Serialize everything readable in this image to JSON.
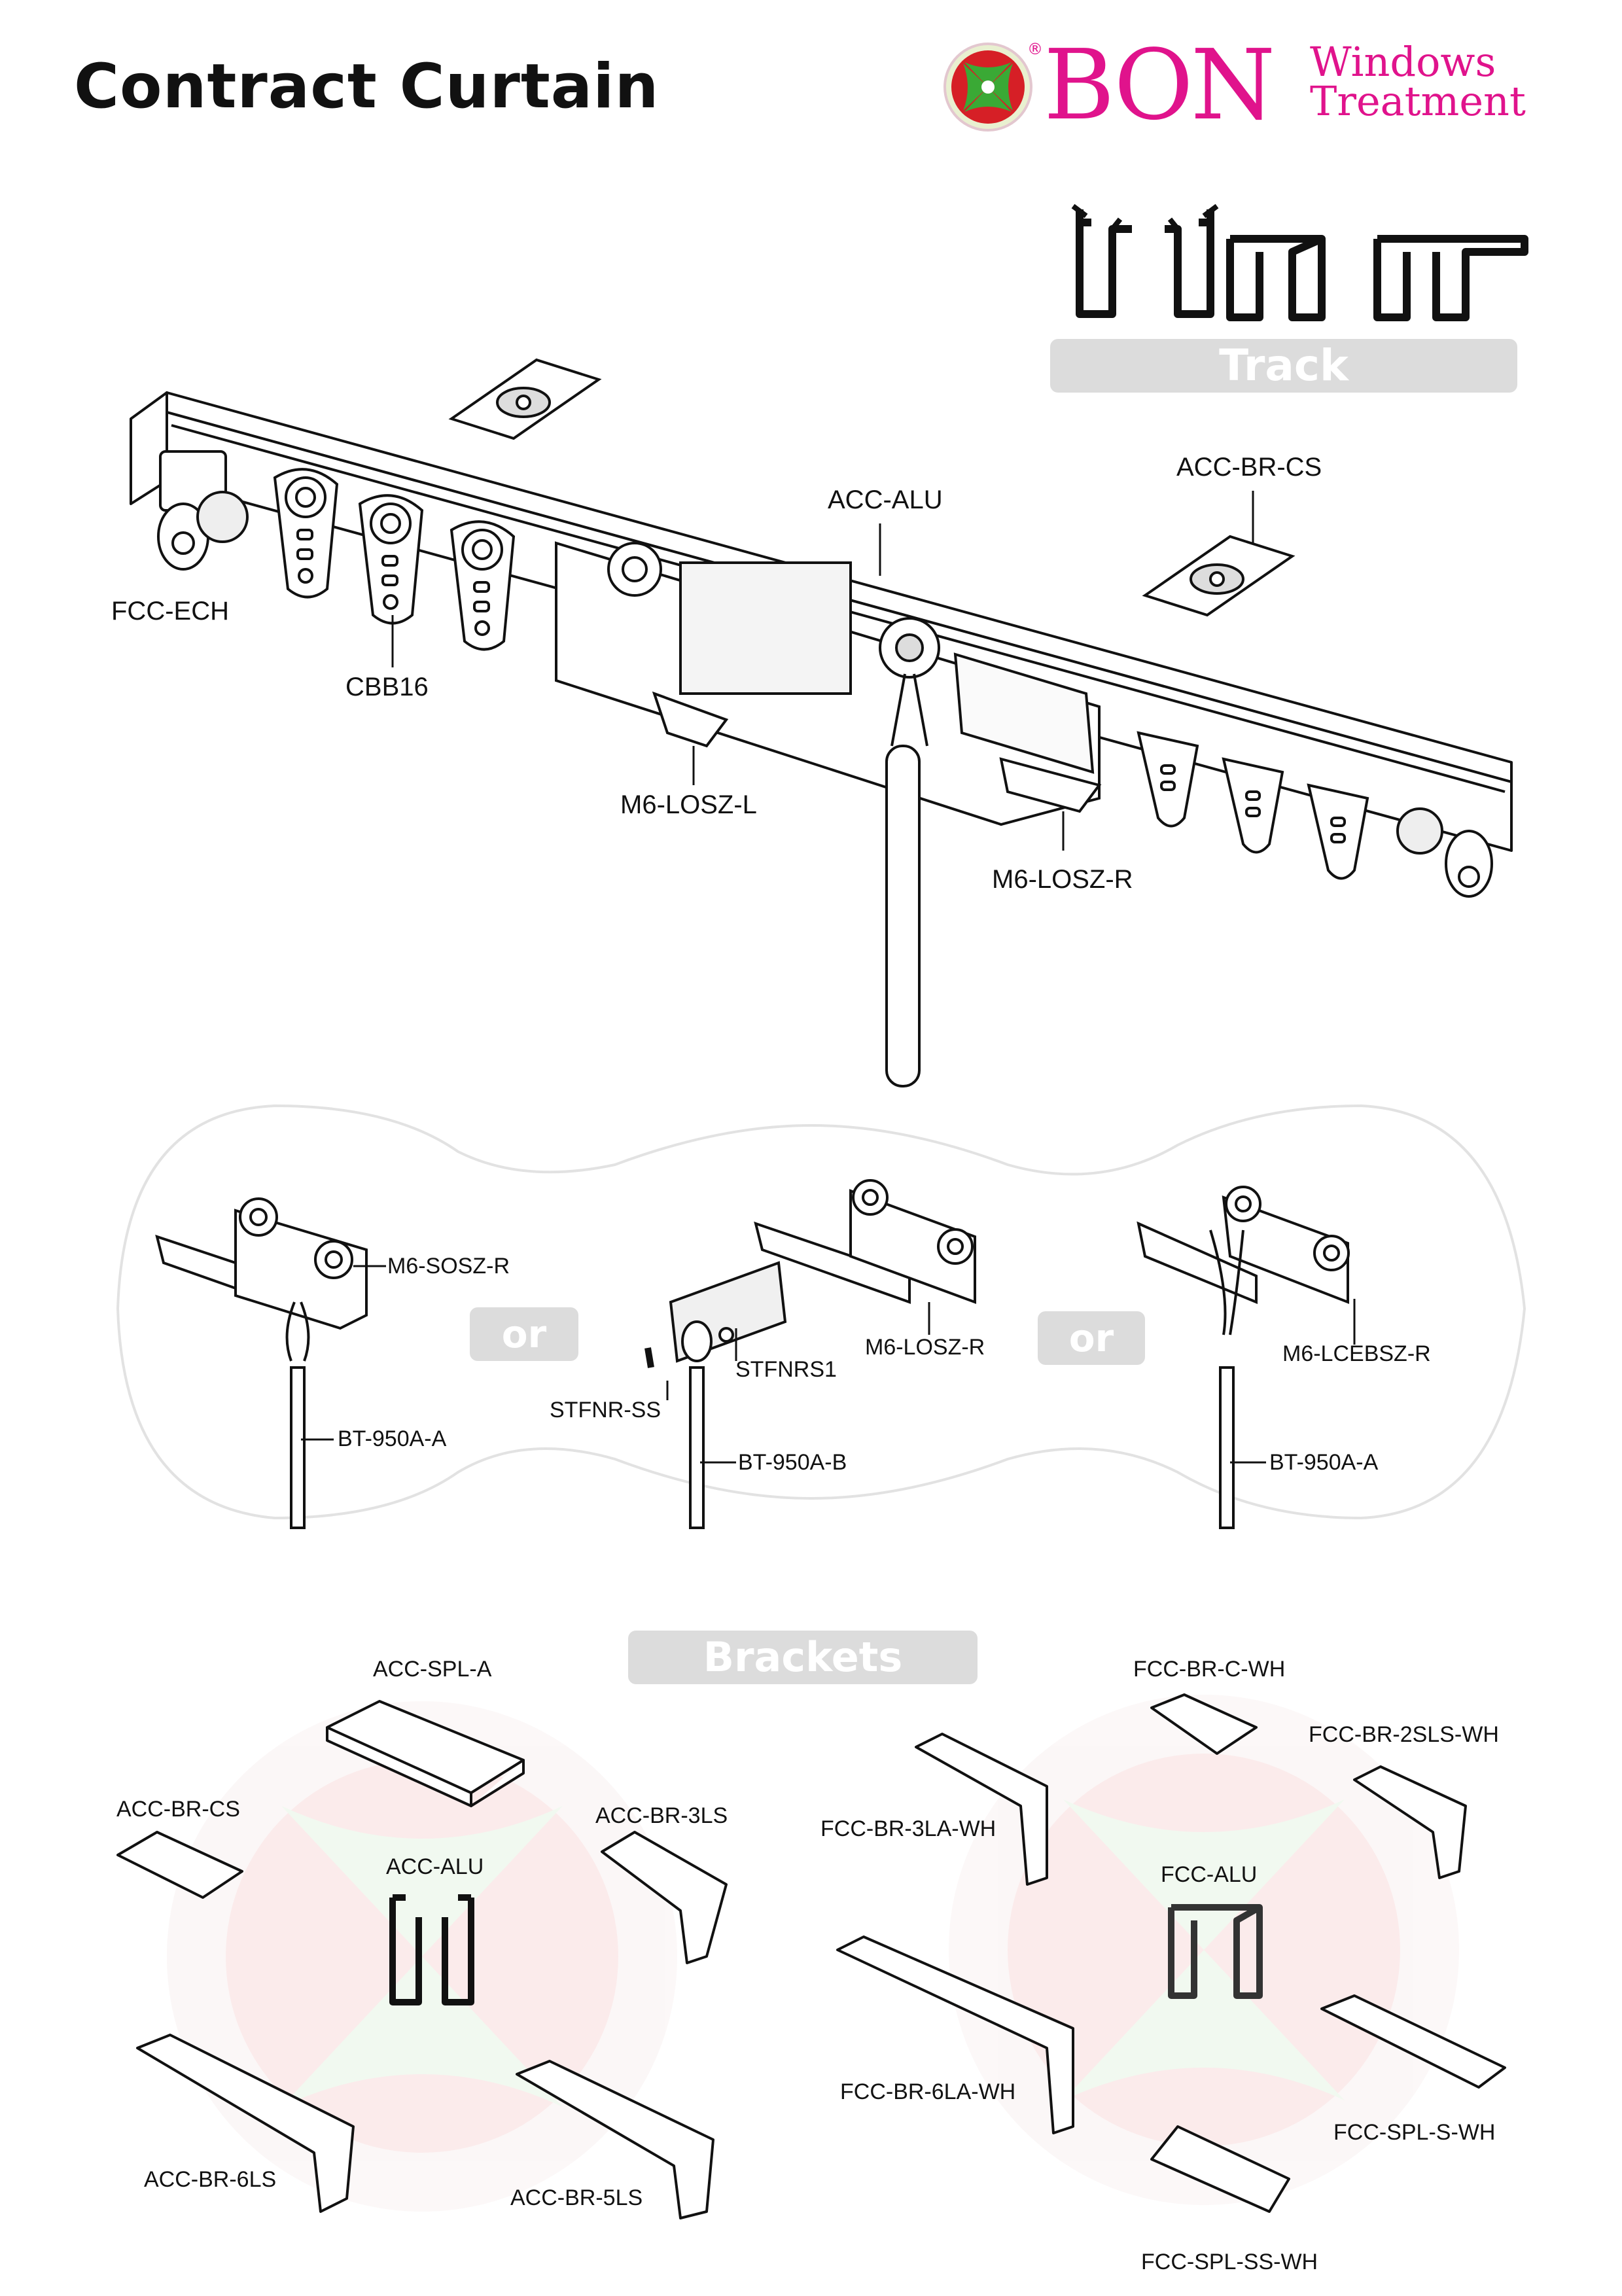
{
  "header": {
    "title": "Contract Curtain",
    "logo": {
      "brand": "BON",
      "registered": "®",
      "line1": "Windows",
      "line2": "Treatment",
      "brand_color": "#e0138c",
      "leaf_colors": [
        "#d61f26",
        "#3aa935",
        "#e9f0d0"
      ]
    }
  },
  "track": {
    "section_label": "Track",
    "labels": {
      "fcc_ech": "FCC-ECH",
      "cbb16": "CBB16",
      "acc_alu": "ACC-ALU",
      "acc_br_cs": "ACC-BR-CS",
      "m6_losz_l": "M6-LOSZ-L",
      "m6_losz_r": "M6-LOSZ-R"
    }
  },
  "options": {
    "or_label": "or",
    "option1": {
      "carrier": "M6-SOSZ-R",
      "rod": "BT-950A-A"
    },
    "option2": {
      "plate": "STFNRS1",
      "screw": "STFNR-SS",
      "carrier": "M6-LOSZ-R",
      "rod": "BT-950A-B"
    },
    "option3": {
      "carrier": "M6-LCEBSZ-R",
      "rod": "BT-950A-A"
    }
  },
  "brackets": {
    "section_label": "Brackets",
    "acc_group": {
      "center": "ACC-ALU",
      "spl": "ACC-SPL-A",
      "br_cs": "ACC-BR-CS",
      "br_3ls": "ACC-BR-3LS",
      "br_6ls": "ACC-BR-6LS",
      "br_5ls": "ACC-BR-5LS"
    },
    "fcc_group": {
      "center": "FCC-ALU",
      "br_c": "FCC-BR-C-WH",
      "br_2sls": "FCC-BR-2SLS-WH",
      "br_3la": "FCC-BR-3LA-WH",
      "br_6la": "FCC-BR-6LA-WH",
      "spl_s": "FCC-SPL-S-WH",
      "spl_ss": "FCC-SPL-SS-WH"
    }
  }
}
